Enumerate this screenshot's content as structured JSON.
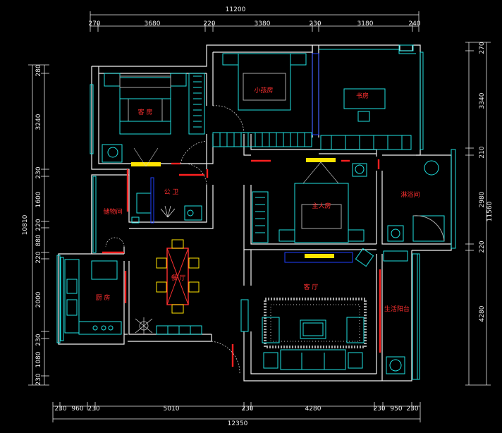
{
  "dimensions": {
    "top_total": "11200",
    "top_segments": [
      "270",
      "3680",
      "220",
      "3380",
      "230",
      "3180",
      "240"
    ],
    "bottom_total": "12350",
    "bottom_segments": [
      "230",
      "960",
      "230",
      "5010",
      "230",
      "4280",
      "230",
      "950",
      "230"
    ],
    "left_total": "10810",
    "left_segments": [
      "280",
      "3240",
      "230",
      "1600",
      "220",
      "880",
      "220",
      "2000",
      "230",
      "1080",
      "230"
    ],
    "right_total": "11560",
    "right_segments": [
      "270",
      "3340",
      "210",
      "2980",
      "220",
      "4280"
    ]
  },
  "rooms": {
    "guest_bedroom": "客 房",
    "kids_room": "小孩房",
    "study": "书房",
    "public_bath": "公 卫",
    "storage": "储物间",
    "master_bedroom": "主人房",
    "master_bath": "淋浴间",
    "dining": "餐 厅",
    "kitchen": "厨 房",
    "living": "客 厅",
    "balcony": "生活阳台"
  }
}
